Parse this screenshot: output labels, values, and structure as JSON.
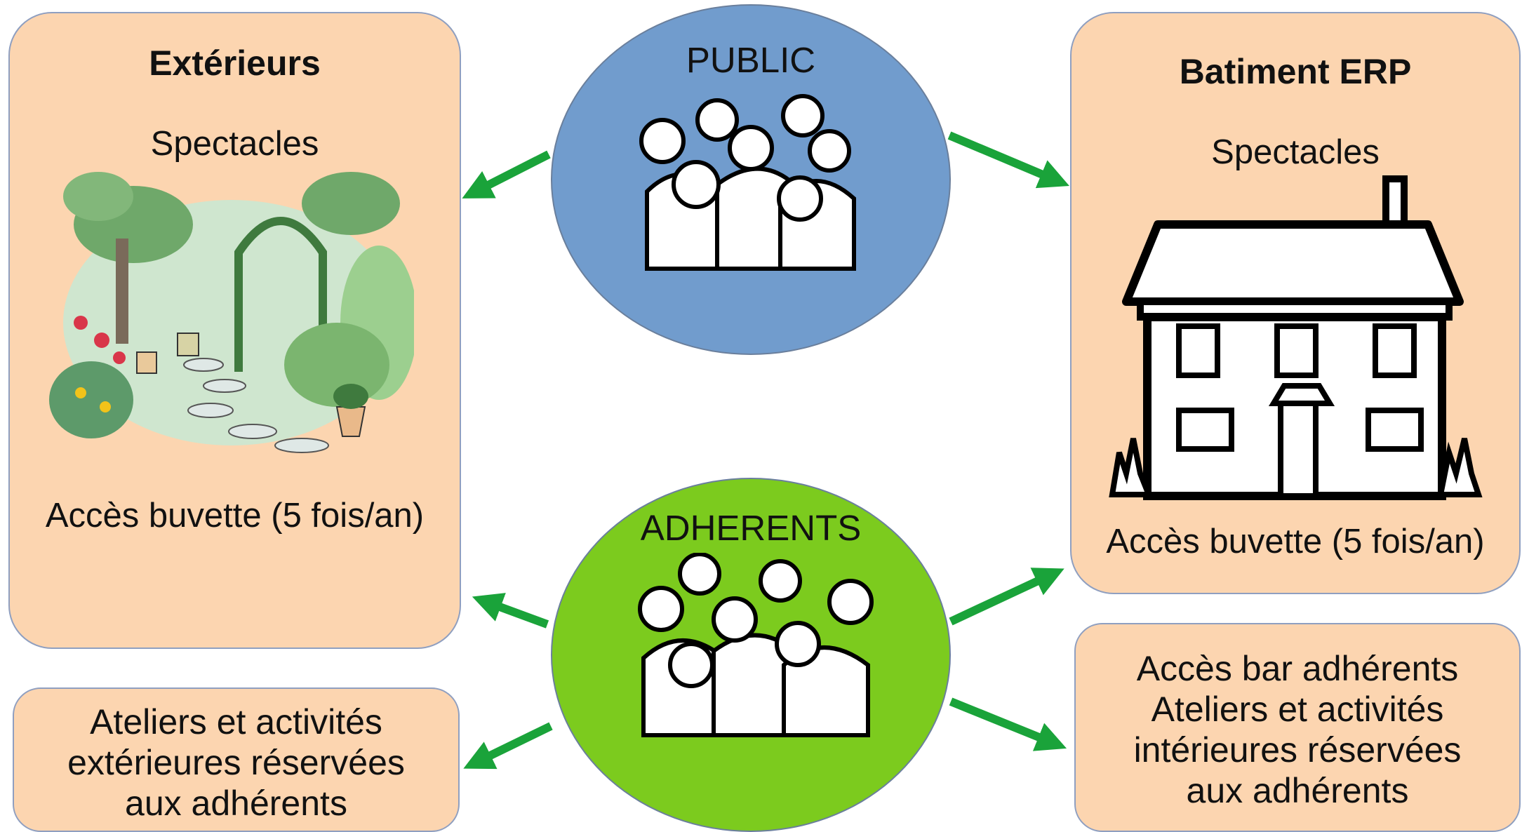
{
  "left_box": {
    "title": "Extérieurs",
    "subtitle": "Spectacles",
    "note": "Accès buvette (5 fois/an)",
    "image_icon": "garden-illustration"
  },
  "right_box": {
    "title": "Batiment ERP",
    "subtitle": "Spectacles",
    "note": "Accès buvette (5 fois/an)",
    "image_icon": "house-illustration"
  },
  "bottom_left_box": {
    "lines": [
      "Ateliers et activités",
      "extérieures réservées",
      "aux adhérents"
    ]
  },
  "bottom_right_box": {
    "lines": [
      "Accès bar adhérents",
      "Ateliers et activités",
      "intérieures réservées",
      "aux adhérents"
    ]
  },
  "public_circle": {
    "label": "PUBLIC",
    "color": "#719ccd",
    "icon": "people-group-icon"
  },
  "members_circle": {
    "label": "ADHERENTS",
    "color": "#7ccb1e",
    "icon": "people-group-icon"
  },
  "colors": {
    "box_fill": "#fcd5b0",
    "arrow": "#1aa33a"
  }
}
